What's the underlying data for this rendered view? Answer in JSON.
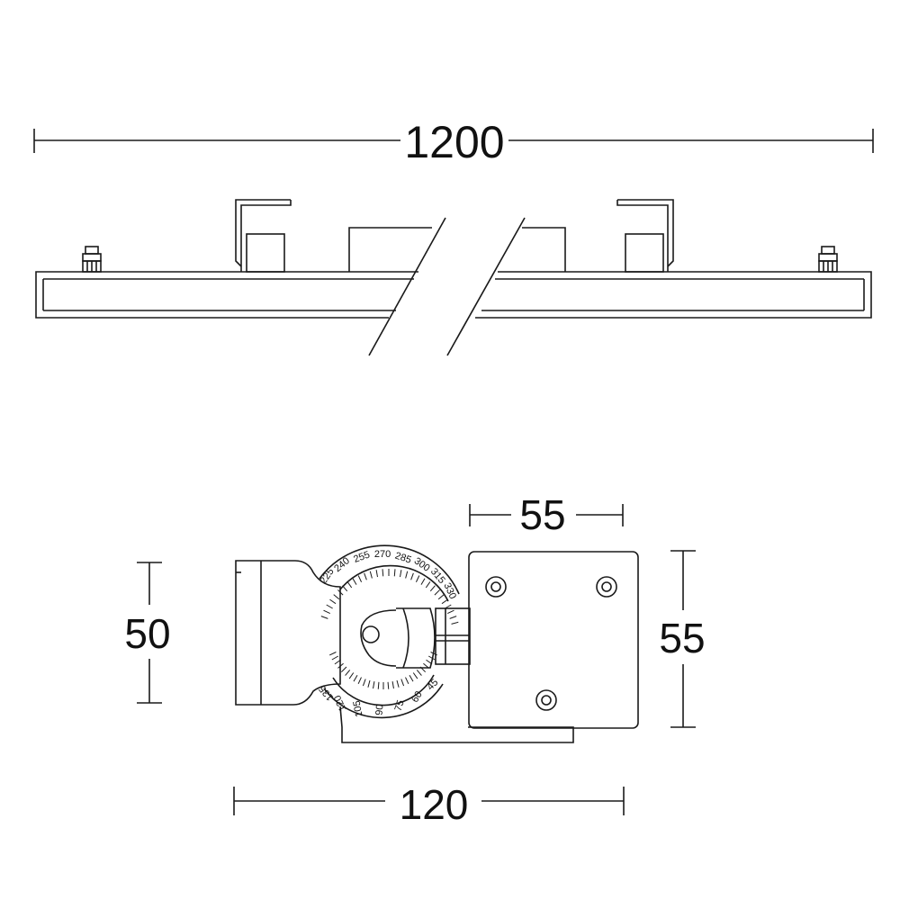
{
  "dimensions": {
    "overall_length": "1200",
    "bracket_width": "55",
    "head_height": "50",
    "bracket_height": "55",
    "total_depth": "120"
  },
  "protractor": {
    "upper_labels": [
      "225",
      "240",
      "255",
      "270",
      "285",
      "300",
      "315",
      "330"
    ],
    "lower_labels": [
      "135",
      "120",
      "105",
      "90",
      "75",
      "60",
      "45"
    ]
  },
  "colors": {
    "line": "#1a1a1a",
    "background": "#ffffff"
  }
}
